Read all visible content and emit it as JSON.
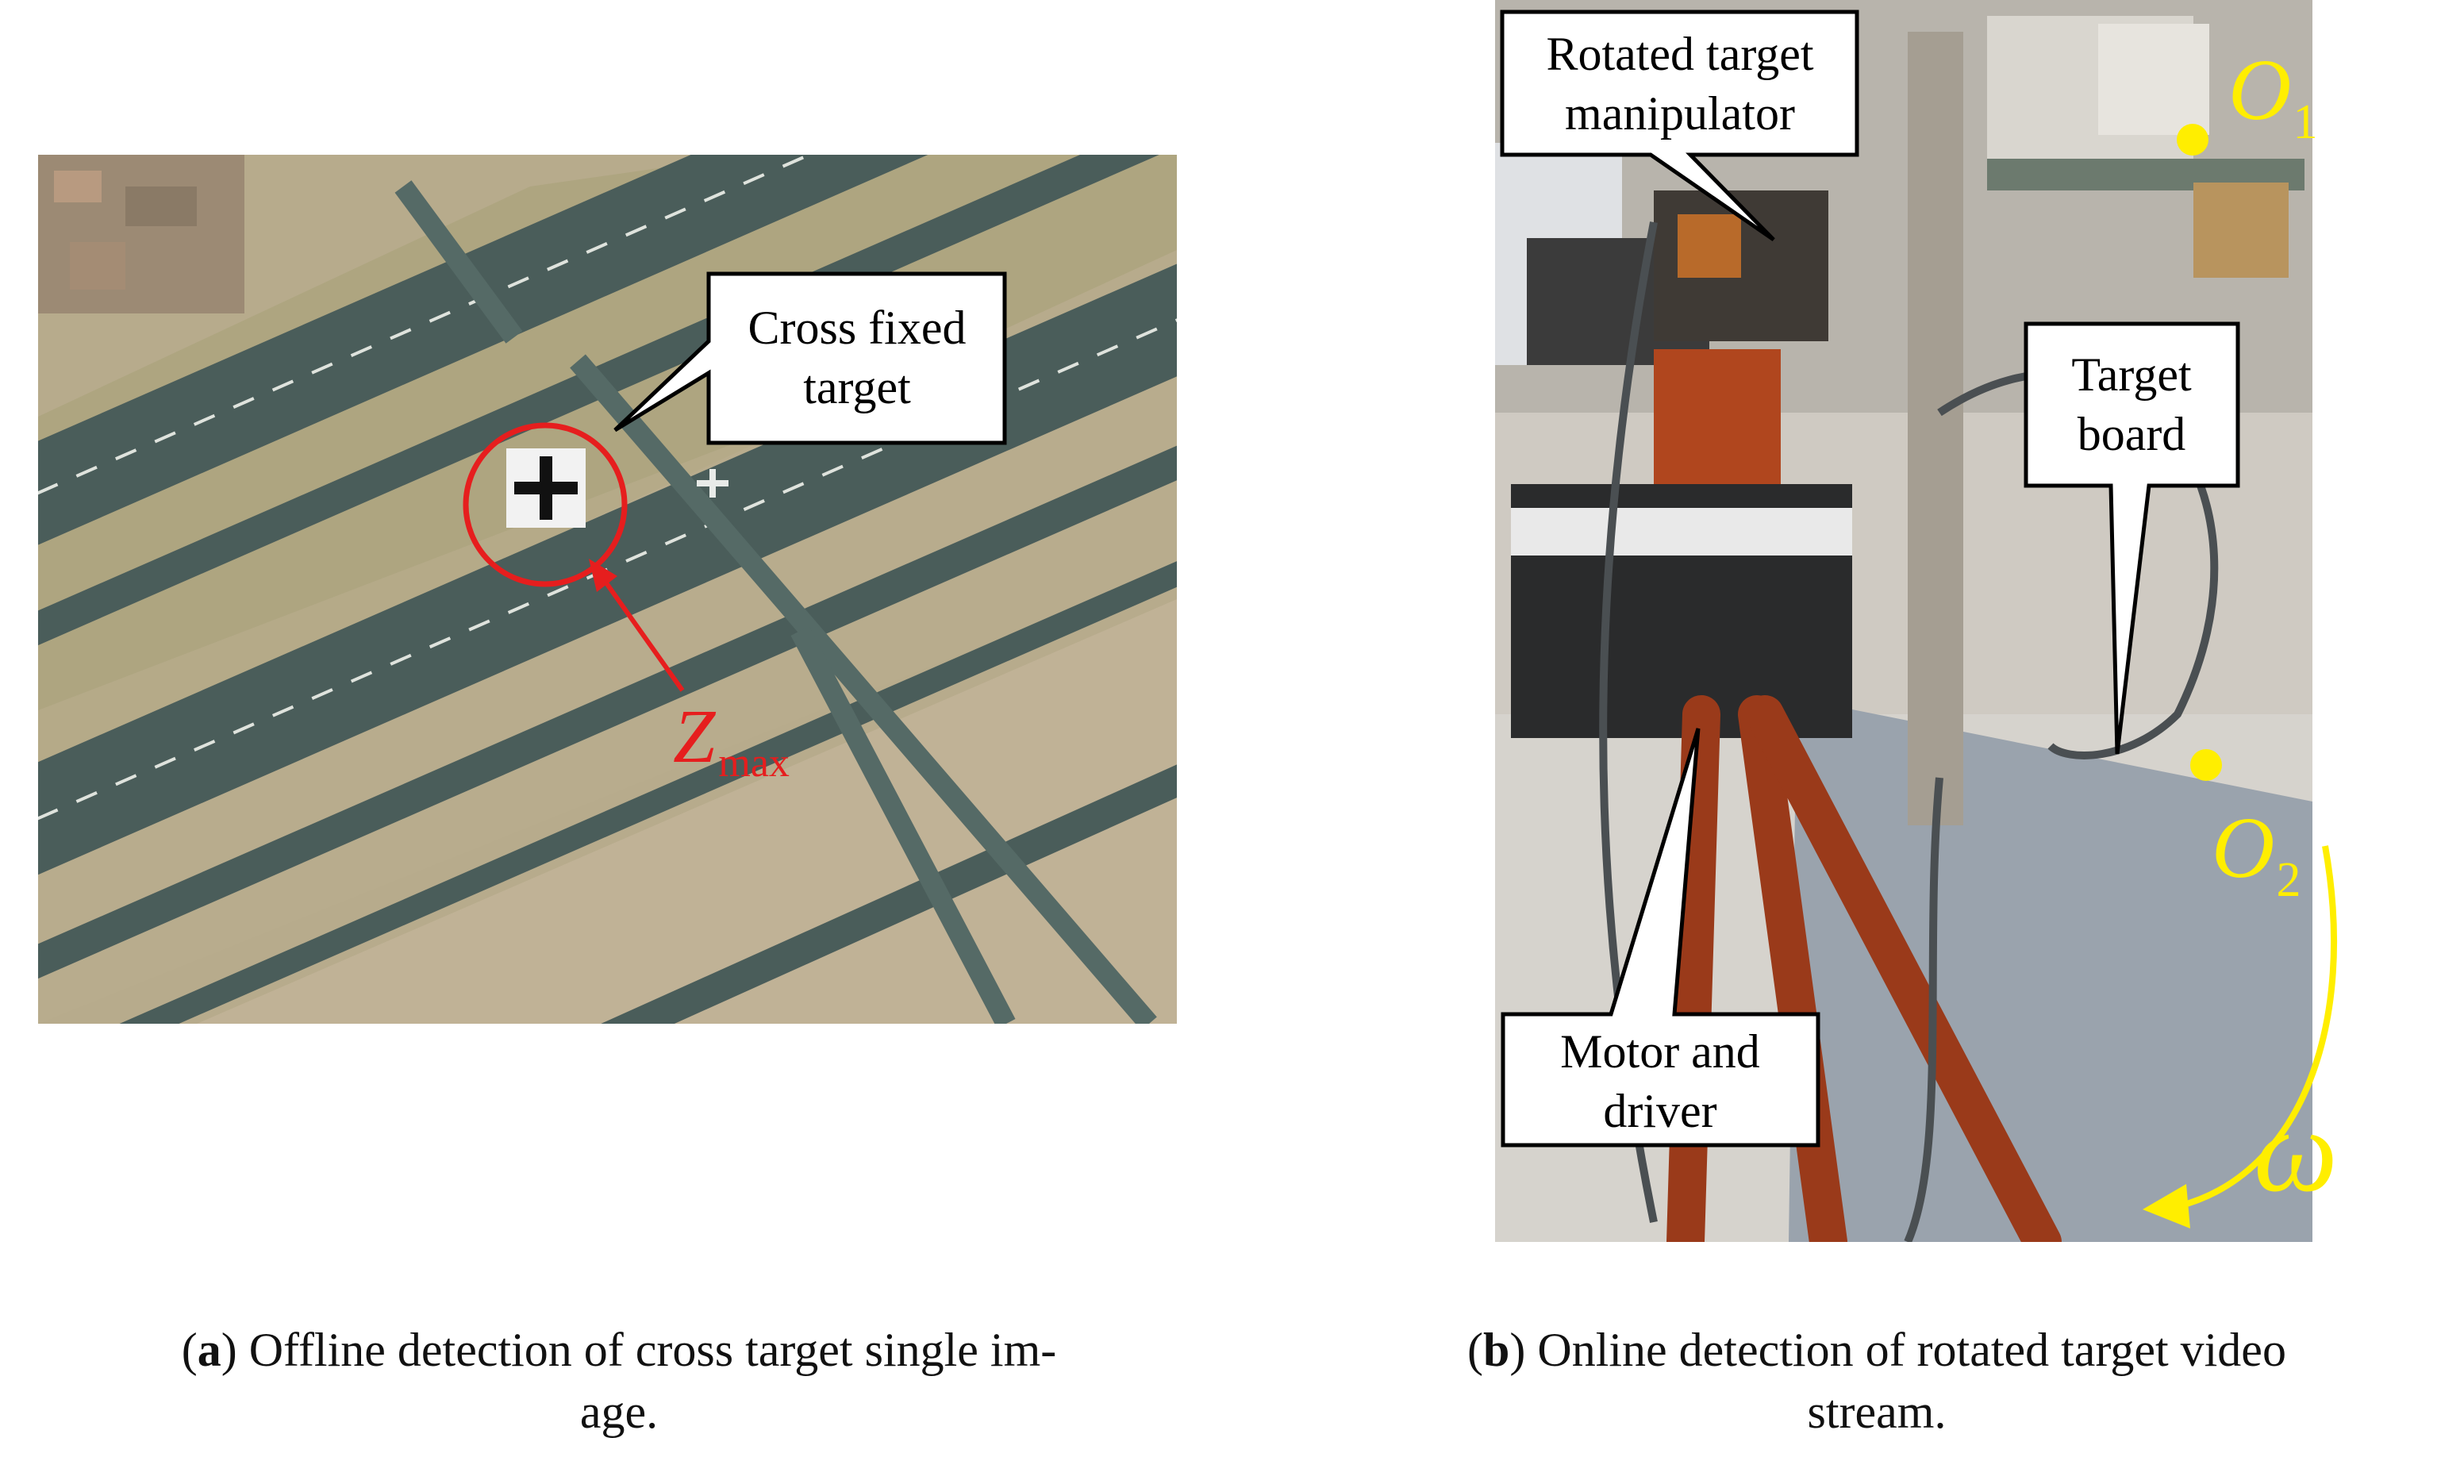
{
  "panel_a": {
    "callout_cross_line1": "Cross fixed",
    "callout_cross_line2": "target",
    "zmax_base": "Z",
    "zmax_sub": "max",
    "caption_letter": "a",
    "caption_line1": "Offline detection of cross target single im-",
    "caption_line2": "age.",
    "colors": {
      "marker": "#e61e1e",
      "grass": "#a9a27a",
      "runway": "#4a5d5a"
    }
  },
  "panel_b": {
    "callout_manipulator_line1": "Rotated target",
    "callout_manipulator_line2": "manipulator",
    "callout_board_line1": "Target",
    "callout_board_line2": "board",
    "callout_motor_line1": "Motor and",
    "callout_motor_line2": "driver",
    "o1_base": "O",
    "o1_sub": "1",
    "o2_base": "O",
    "o2_sub": "2",
    "omega": "ω",
    "caption_letter": "b",
    "caption_line1": "Online detection of rotated target video",
    "caption_line2": "stream.",
    "colors": {
      "annotation": "#ffee00",
      "tripod": "#9a3a1a",
      "board": "#9aa3ad"
    }
  }
}
